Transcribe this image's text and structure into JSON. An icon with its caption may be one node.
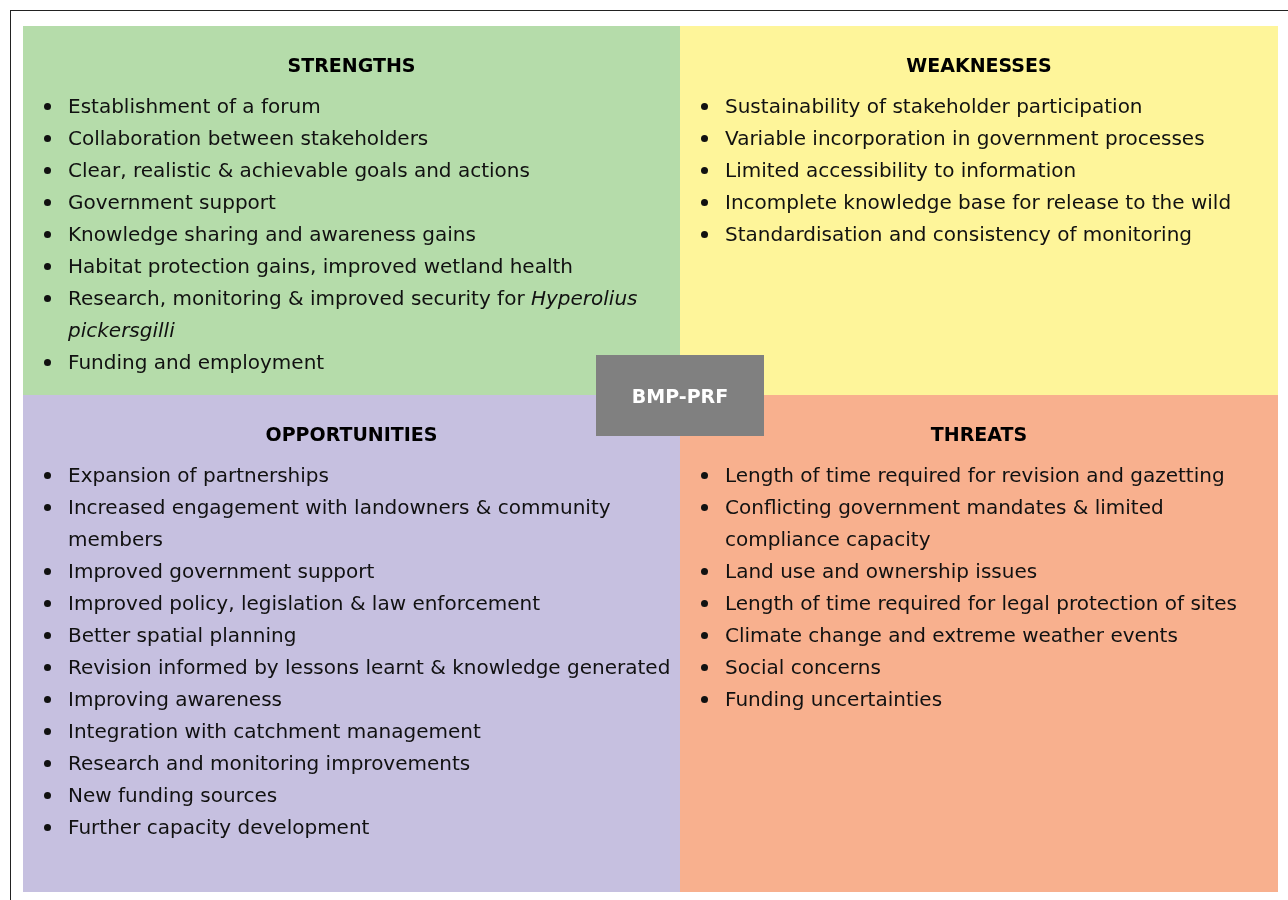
{
  "diagram": {
    "nodes": [
      {
        "text": [
          "STRENGTHS",
          "Establishment of a forum",
          "Collaboration between stakeholders",
          "Clear, realistic & achievable goals and actions",
          "Government support",
          "Knowledge sharing and awareness gains",
          "Habitat protection gains, improved wetland health",
          "Research, monitoring & improved security for *Hyperolius pickersgilli*",
          "Funding and employment"
        ]
      },
      {
        "text": [
          "WEAKNESSES",
          "Sustainability of stakeholder participation",
          "Variable incorporation in government processes",
          "Limited accessibility to information",
          "Incomplete knowledge base for release to the wild",
          "Standardisation and consistency of monitoring"
        ]
      },
      {
        "text": [
          "OPPORTUNITIES",
          "Expansion of partnerships",
          "Increased engagement with landowners & community members",
          "Improved government support",
          "Improved policy, legislation & law enforcement",
          "Better spatial planning",
          "Revision informed by lessons learnt & knowledge generated",
          "Improving awareness",
          "Integration with catchment management",
          "Research and monitoring improvements",
          "New funding sources",
          "Further capacity development"
        ]
      },
      {
        "text": [
          "THREATS",
          "Length of time required for revision and gazetting",
          "Conflicting government mandates & limited compliance capacity",
          "Land use and ownership issues",
          "Length of time required for legal protection of sites",
          "Climate change and extreme weather events",
          "Social concerns",
          "Funding uncertainties"
        ]
      },
      {
        "text": [
          "BMP-PRF"
        ]
      }
    ],
    "edges": []
  }
}
